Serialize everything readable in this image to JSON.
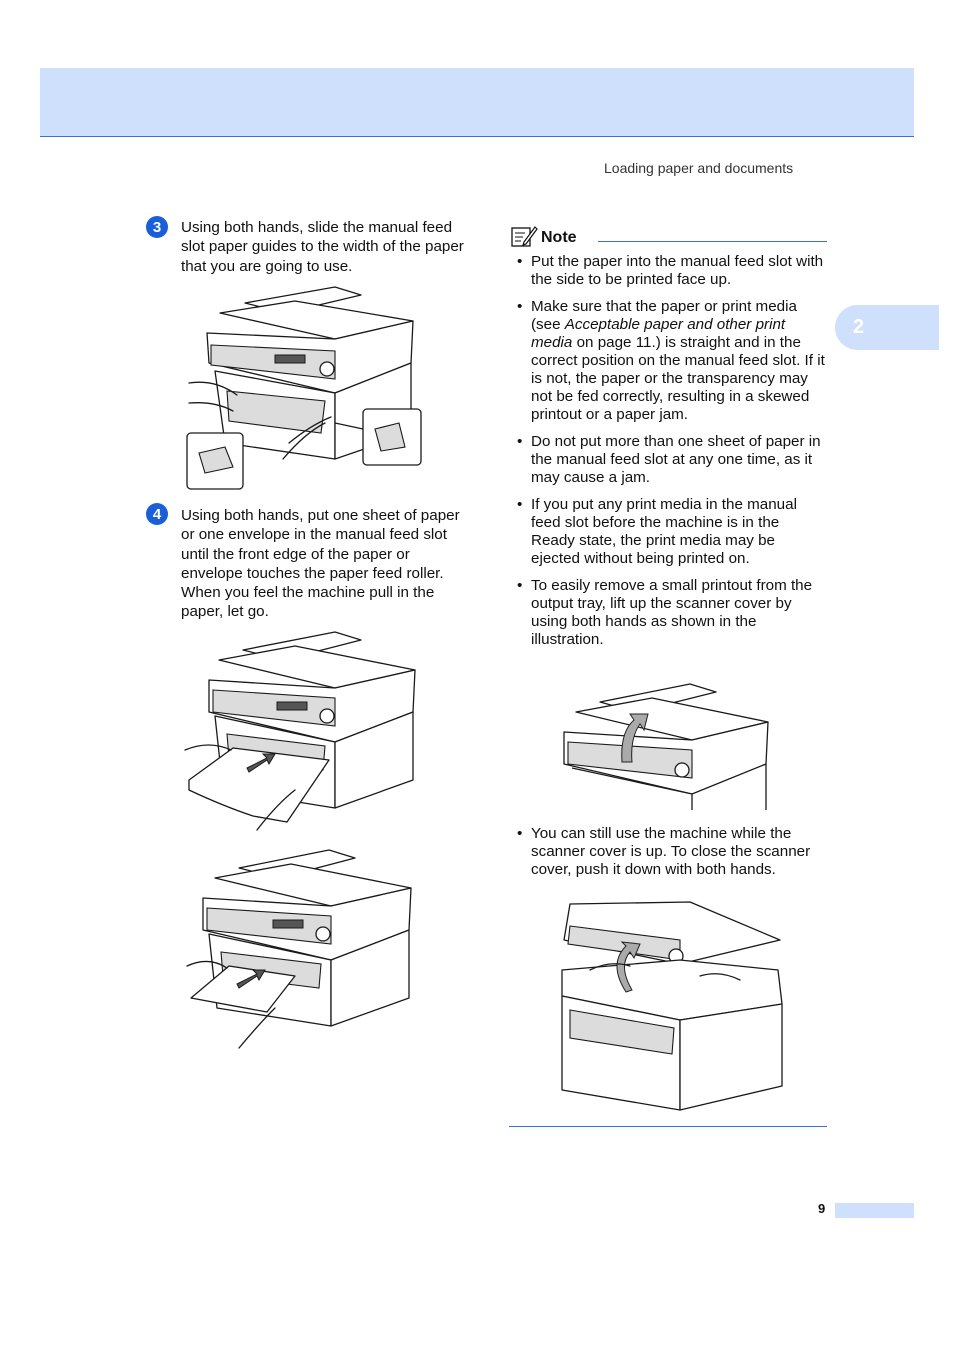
{
  "header": {
    "running_head": "Loading paper and documents",
    "chapter_tab": "2"
  },
  "steps": [
    {
      "number": "3",
      "text": "Using both hands, slide the manual feed slot paper guides to the width of the paper that you are going to use."
    },
    {
      "number": "4",
      "text": "Using both hands, put one sheet of paper or one envelope in the manual feed slot until the front edge of the paper or envelope touches the paper feed roller. When you feel the machine pull in the paper, let go."
    }
  ],
  "note": {
    "label": "Note",
    "icon": "note-pencil-icon",
    "bullets": [
      {
        "text": "Put the paper into the manual feed slot with the side to be printed face up."
      },
      {
        "before": "Make sure that the paper or print media (see ",
        "italic": "Acceptable paper and other print media",
        "after": " on page 11.) is straight and in the correct position on the manual feed slot. If it is not, the paper or the transparency may not be fed correctly, resulting in a skewed printout or a paper jam."
      },
      {
        "text": "Do not put more than one sheet of paper in the manual feed slot at any one time, as it may cause a jam."
      },
      {
        "text": "If you put any print media in the manual feed slot before the machine is in the Ready state, the print media may be ejected without being printed on."
      },
      {
        "text": "To easily remove a small printout from the output tray, lift up the scanner cover by using both hands as shown in the illustration."
      },
      {
        "text": "You can still use the machine while the scanner cover is up. To close the scanner cover, push it down with both hands."
      }
    ]
  },
  "footer": {
    "page_number": "9"
  },
  "colors": {
    "accent_band": "#cfe0fc",
    "rule_blue": "#3b6fd8",
    "step_badge": "#1a5ed9"
  }
}
